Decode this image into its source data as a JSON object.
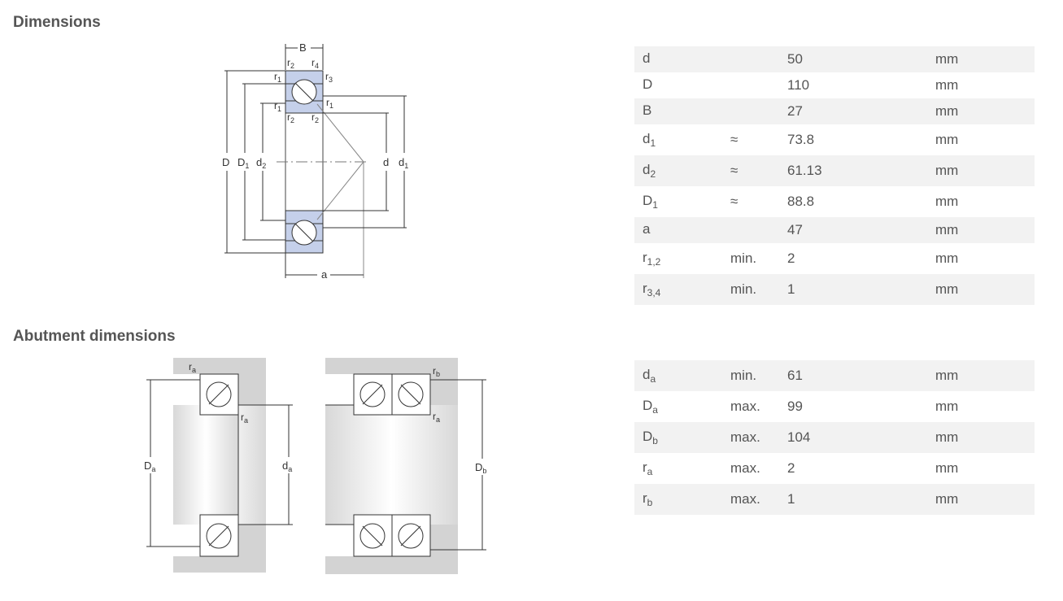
{
  "headings": {
    "dimensions": "Dimensions",
    "abutment": "Abutment dimensions"
  },
  "dimensions_rows": [
    {
      "sym": "d",
      "sub": "",
      "qual": "",
      "value": "50",
      "unit": "mm"
    },
    {
      "sym": "D",
      "sub": "",
      "qual": "",
      "value": "110",
      "unit": "mm"
    },
    {
      "sym": "B",
      "sub": "",
      "qual": "",
      "value": "27",
      "unit": "mm"
    },
    {
      "sym": "d",
      "sub": "1",
      "qual": "≈",
      "value": "73.8",
      "unit": "mm"
    },
    {
      "sym": "d",
      "sub": "2",
      "qual": "≈",
      "value": "61.13",
      "unit": "mm"
    },
    {
      "sym": "D",
      "sub": "1",
      "qual": "≈",
      "value": "88.8",
      "unit": "mm"
    },
    {
      "sym": "a",
      "sub": "",
      "qual": "",
      "value": "47",
      "unit": "mm"
    },
    {
      "sym": "r",
      "sub": "1,2",
      "qual": "min.",
      "value": "2",
      "unit": "mm"
    },
    {
      "sym": "r",
      "sub": "3,4",
      "qual": "min.",
      "value": "1",
      "unit": "mm"
    }
  ],
  "abutment_rows": [
    {
      "sym": "d",
      "sub": "a",
      "qual": "min.",
      "value": "61",
      "unit": "mm"
    },
    {
      "sym": "D",
      "sub": "a",
      "qual": "max.",
      "value": "99",
      "unit": "mm"
    },
    {
      "sym": "D",
      "sub": "b",
      "qual": "max.",
      "value": "104",
      "unit": "mm"
    },
    {
      "sym": "r",
      "sub": "a",
      "qual": "max.",
      "value": "2",
      "unit": "mm"
    },
    {
      "sym": "r",
      "sub": "b",
      "qual": "max.",
      "value": "1",
      "unit": "mm"
    }
  ],
  "drawing_labels": {
    "B": "B",
    "D": "D",
    "D1": "D",
    "D1_sub": "1",
    "d2": "d",
    "d2_sub": "2",
    "d": "d",
    "d1": "d",
    "d1_sub": "1",
    "a": "a",
    "r": "r",
    "s1": "1",
    "s2": "2",
    "s3": "3",
    "s4": "4",
    "Da": "D",
    "Da_sub": "a",
    "da": "d",
    "da_sub": "a",
    "Db": "D",
    "Db_sub": "b",
    "ra": "r",
    "ra_sub": "a",
    "rb": "r",
    "rb_sub": "b"
  },
  "colors": {
    "race_fill": "#c5d0ea",
    "housing": "#d3d3d3",
    "row_alt": "#f2f2f2",
    "text": "#555555"
  }
}
